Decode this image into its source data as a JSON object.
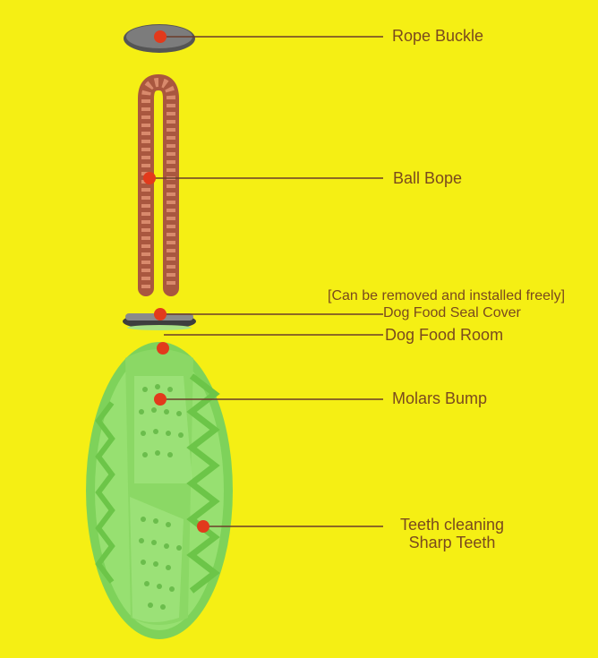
{
  "labels": {
    "rope_buckle": "Rope Buckle",
    "ball_rope": "Ball Bope",
    "removable_note": "[Can be removed and installed freely]",
    "seal_cover": "Dog Food Seal Cover",
    "food_room": "Dog Food Room",
    "molars_bump": "Molars Bump",
    "teeth_cleaning_line1": "Teeth cleaning",
    "teeth_cleaning_line2": "Sharp Teeth"
  },
  "colors": {
    "background": "#f5ef14",
    "leader_line": "#6b3d2a",
    "marker": "#e23a1c",
    "ball_green": "#8fdc6a",
    "rope": "#c8725a",
    "buckle": "#6d6d6d"
  }
}
